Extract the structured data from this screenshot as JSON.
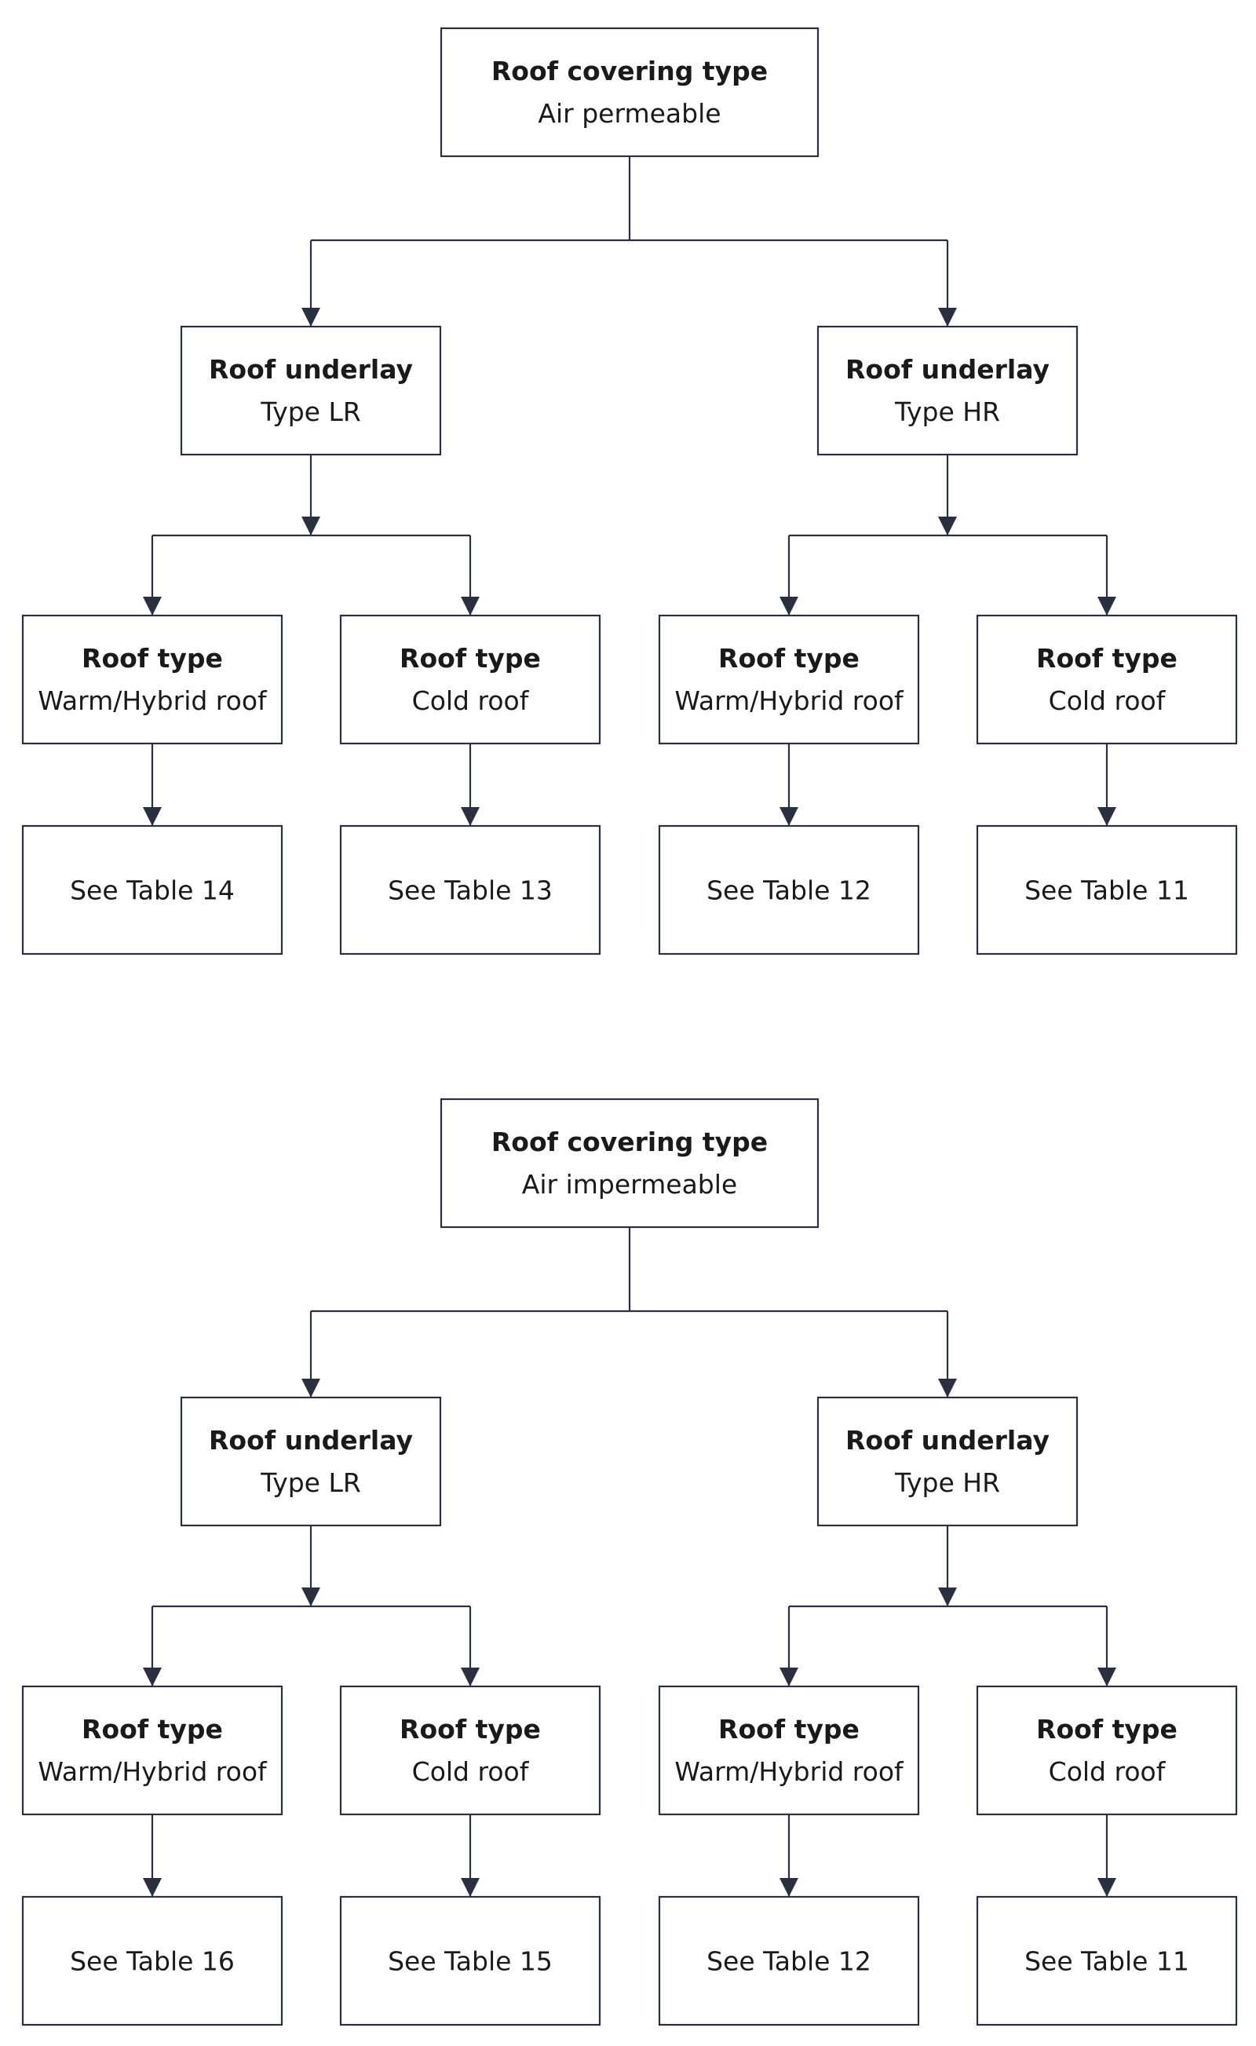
{
  "style": {
    "line_color": "#2b3040",
    "box_stroke": "#2b3040",
    "box_fill": "#ffffff",
    "text_color": "#1a1a1a"
  },
  "trees": [
    {
      "root": {
        "title": "Roof covering type",
        "subtitle": "Air permeable"
      },
      "underlays": [
        {
          "title": "Roof underlay",
          "subtitle": "Type LR",
          "roofs": [
            {
              "title": "Roof type",
              "subtitle": "Warm/Hybrid roof",
              "result": "See Table 14"
            },
            {
              "title": "Roof type",
              "subtitle": "Cold roof",
              "result": "See Table 13"
            }
          ]
        },
        {
          "title": "Roof underlay",
          "subtitle": "Type HR",
          "roofs": [
            {
              "title": "Roof type",
              "subtitle": "Warm/Hybrid roof",
              "result": "See Table 12"
            },
            {
              "title": "Roof type",
              "subtitle": "Cold roof",
              "result": "See Table 11"
            }
          ]
        }
      ]
    },
    {
      "root": {
        "title": "Roof covering type",
        "subtitle": "Air impermeable"
      },
      "underlays": [
        {
          "title": "Roof underlay",
          "subtitle": "Type LR",
          "roofs": [
            {
              "title": "Roof type",
              "subtitle": "Warm/Hybrid roof",
              "result": "See Table 16"
            },
            {
              "title": "Roof type",
              "subtitle": "Cold roof",
              "result": "See Table 15"
            }
          ]
        },
        {
          "title": "Roof underlay",
          "subtitle": "Type HR",
          "roofs": [
            {
              "title": "Roof type",
              "subtitle": "Warm/Hybrid roof",
              "result": "See Table 12"
            },
            {
              "title": "Roof type",
              "subtitle": "Cold roof",
              "result": "See Table 11"
            }
          ]
        }
      ]
    }
  ]
}
